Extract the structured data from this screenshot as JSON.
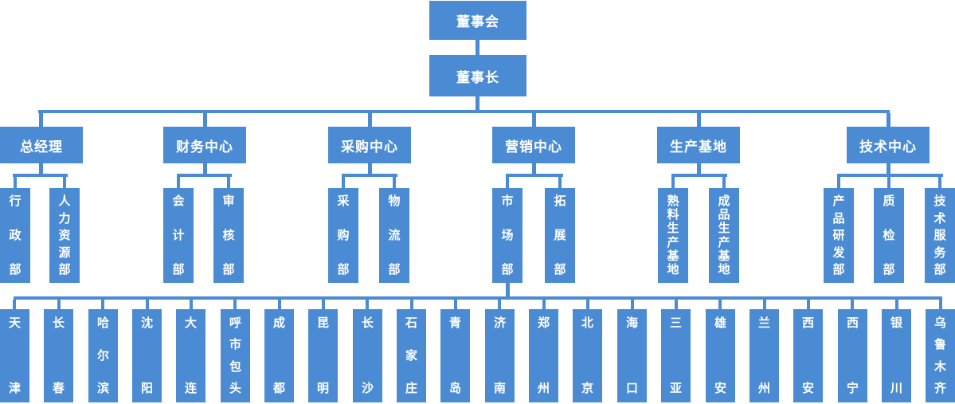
{
  "chart": {
    "type": "org-chart",
    "palette": {
      "node_fill": "#4A8BD3",
      "node_text": "#FFFFFF",
      "connector": "#4A8BD3",
      "background": "#FFFFFF"
    },
    "root": "董事会",
    "chairman": "董事长",
    "divisions": [
      {
        "label": "总经理",
        "departments": [
          "行政部",
          "人力资源部"
        ]
      },
      {
        "label": "财务中心",
        "departments": [
          "会计部",
          "审核部"
        ]
      },
      {
        "label": "采购中心",
        "departments": [
          "采购部",
          "物流部"
        ]
      },
      {
        "label": "营销中心",
        "departments": [
          "市场部",
          "拓展部"
        ]
      },
      {
        "label": "生产基地",
        "departments": [
          "熟料生产基地",
          "成品生产基地"
        ]
      },
      {
        "label": "技术中心",
        "departments": [
          "产品研发部",
          "质检部",
          "技术服务部"
        ]
      }
    ],
    "sales_offices_parent": "市场部",
    "sales_offices": [
      "天津",
      "长春",
      "哈尔滨",
      "沈阳",
      "大连",
      "呼市包头",
      "成都",
      "昆明",
      "长沙",
      "石家庄",
      "青岛",
      "济南",
      "郑州",
      "北京",
      "海口",
      "三亚",
      "雄安",
      "兰州",
      "西安",
      "西宁",
      "银川",
      "乌鲁木齐"
    ]
  }
}
